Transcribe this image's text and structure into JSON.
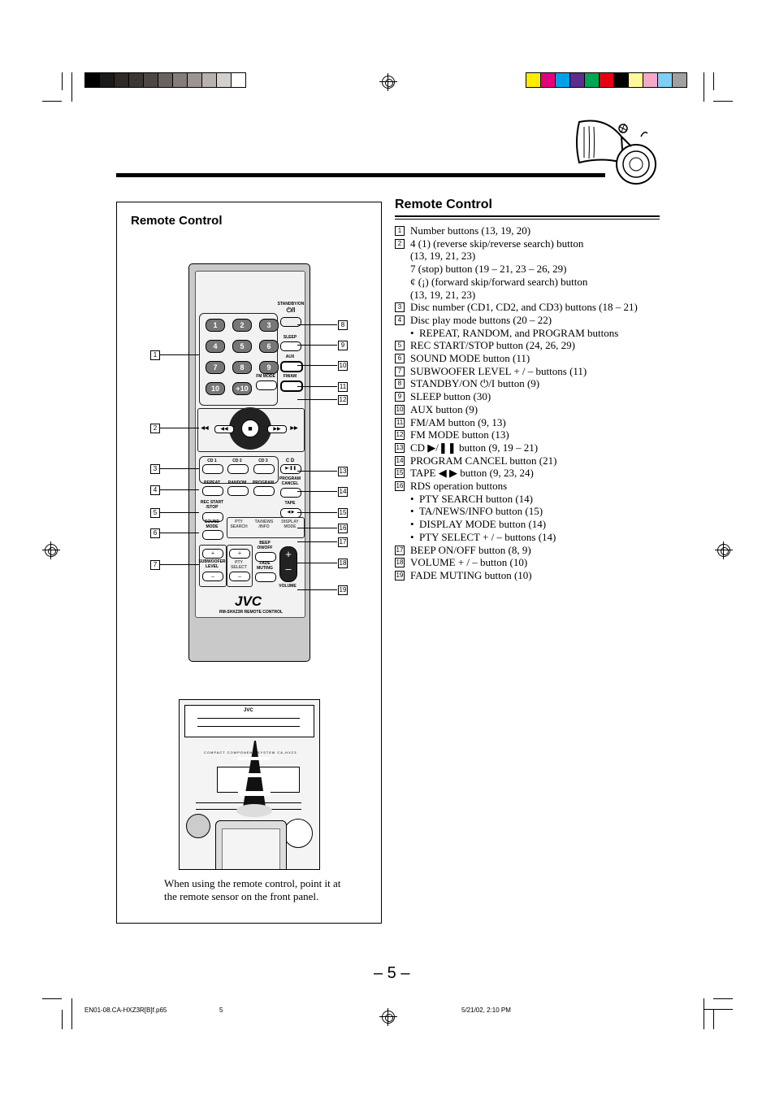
{
  "remote_panel": {
    "title": "Remote Control",
    "caption": "When using the remote control, point it at the remote sensor on the front panel.",
    "remote_brand": "JVC",
    "remote_model": "RM-SHXZ3R REMOTE CONTROL",
    "number_keys": [
      "1",
      "2",
      "3",
      "4",
      "5",
      "6",
      "7",
      "8",
      "9",
      "10",
      "+10"
    ],
    "button_labels": {
      "standby": "STANDBY/ON",
      "sleep": "SLEEP",
      "aux": "AUX",
      "fm_am": "FM/AM",
      "fm_mode": "FM MODE",
      "cd1": "CD 1",
      "cd2": "CD 2",
      "cd3": "CD 3",
      "cd": "C D",
      "repeat": "REPEAT",
      "random": "RANDOM",
      "program": "PROGRAM",
      "program_cancel": "PROGRAM CANCEL",
      "rec_start_stop": "REC START /STOP",
      "tape": "TAPE",
      "sound_mode": "SOUND MODE",
      "pty_search": "PTY SEARCH",
      "ta_news_info": "TA/NEWS /INFO",
      "display_mode": "DISPLAY MODE",
      "beep_onoff": "BEEP ON/OFF",
      "subwoofer_level": "SUBWOOFER LEVEL",
      "pty_select": "PTY SELECT",
      "fade_muting": "FADE MUTING",
      "volume": "VOLUME"
    },
    "left_callouts": [
      "1",
      "2",
      "3",
      "4",
      "5",
      "6",
      "7"
    ],
    "right_callouts": [
      "8",
      "9",
      "10",
      "11",
      "12",
      "13",
      "14",
      "15",
      "16",
      "17",
      "18",
      "19"
    ],
    "stereo_brand": "JVC",
    "stereo_text": "COMPACT COMPONENT SYSTEM CA-HXZ3"
  },
  "list_title": "Remote Control",
  "items": [
    {
      "num": "1",
      "lines": [
        "Number buttons (13, 19, 20)"
      ],
      "bullets": []
    },
    {
      "num": "2",
      "lines": [
        "4 (1) (reverse skip/reverse search) button",
        "(13, 19, 21, 23)",
        "7 (stop) button (19 – 21, 23 – 26, 29)",
        "¢ (¡) (forward skip/forward search) button",
        "(13, 19, 21, 23)"
      ],
      "bullets": []
    },
    {
      "num": "3",
      "lines": [
        "Disc number (CD1, CD2, and CD3) buttons (18 – 21)"
      ],
      "bullets": []
    },
    {
      "num": "4",
      "lines": [
        "Disc play mode buttons (20 – 22)"
      ],
      "bullets": [
        "REPEAT, RANDOM, and PROGRAM buttons"
      ]
    },
    {
      "num": "5",
      "lines": [
        "REC START/STOP button (24, 26, 29)"
      ],
      "bullets": []
    },
    {
      "num": "6",
      "lines": [
        "SOUND MODE button (11)"
      ],
      "bullets": []
    },
    {
      "num": "7",
      "lines": [
        "SUBWOOFER LEVEL + / – buttons (11)"
      ],
      "bullets": []
    },
    {
      "num": "8",
      "lines": [
        "STANDBY/ON ⏻/I button (9)"
      ],
      "bullets": []
    },
    {
      "num": "9",
      "lines": [
        "SLEEP button (30)"
      ],
      "bullets": []
    },
    {
      "num": "10",
      "lines": [
        "AUX button (9)"
      ],
      "bullets": []
    },
    {
      "num": "11",
      "lines": [
        "FM/AM button (9, 13)"
      ],
      "bullets": []
    },
    {
      "num": "12",
      "lines": [
        "FM MODE button (13)"
      ],
      "bullets": []
    },
    {
      "num": "13",
      "lines": [
        "CD ▶/❚❚ button (9, 19 – 21)"
      ],
      "bullets": []
    },
    {
      "num": "14",
      "lines": [
        "PROGRAM CANCEL button (21)"
      ],
      "bullets": []
    },
    {
      "num": "15",
      "lines": [
        "TAPE ◀ ▶ button (9, 23, 24)"
      ],
      "bullets": []
    },
    {
      "num": "16",
      "lines": [
        "RDS operation buttons"
      ],
      "bullets": [
        "PTY SEARCH button (14)",
        "TA/NEWS/INFO button (15)",
        "DISPLAY MODE button (14)",
        "PTY SELECT + / – buttons (14)"
      ]
    },
    {
      "num": "17",
      "lines": [
        "BEEP ON/OFF button (8, 9)"
      ],
      "bullets": []
    },
    {
      "num": "18",
      "lines": [
        "VOLUME + / – button (10)"
      ],
      "bullets": []
    },
    {
      "num": "19",
      "lines": [
        "FADE MUTING button (10)"
      ],
      "bullets": []
    }
  ],
  "page_number": "– 5 –",
  "footer": {
    "file": "EN01-08.CA-HXZ3R[B]f.p65",
    "page": "5",
    "date": "5/21/02, 2:10 PM"
  },
  "colors": {
    "gray_bar": [
      "#000000",
      "#1a1a1a",
      "#2e2a28",
      "#3d3634",
      "#4e4744",
      "#6a625e",
      "#857d79",
      "#9d9591",
      "#b8b1ad",
      "#d6d0cd",
      "#ffffff"
    ],
    "color_bar": [
      "#ffed00",
      "#e4007c",
      "#00a0e9",
      "#5a2e8c",
      "#00a650",
      "#e60012",
      "#000000",
      "#fff799",
      "#f5a9c9",
      "#7fcef4",
      "#a0a0a0"
    ]
  }
}
